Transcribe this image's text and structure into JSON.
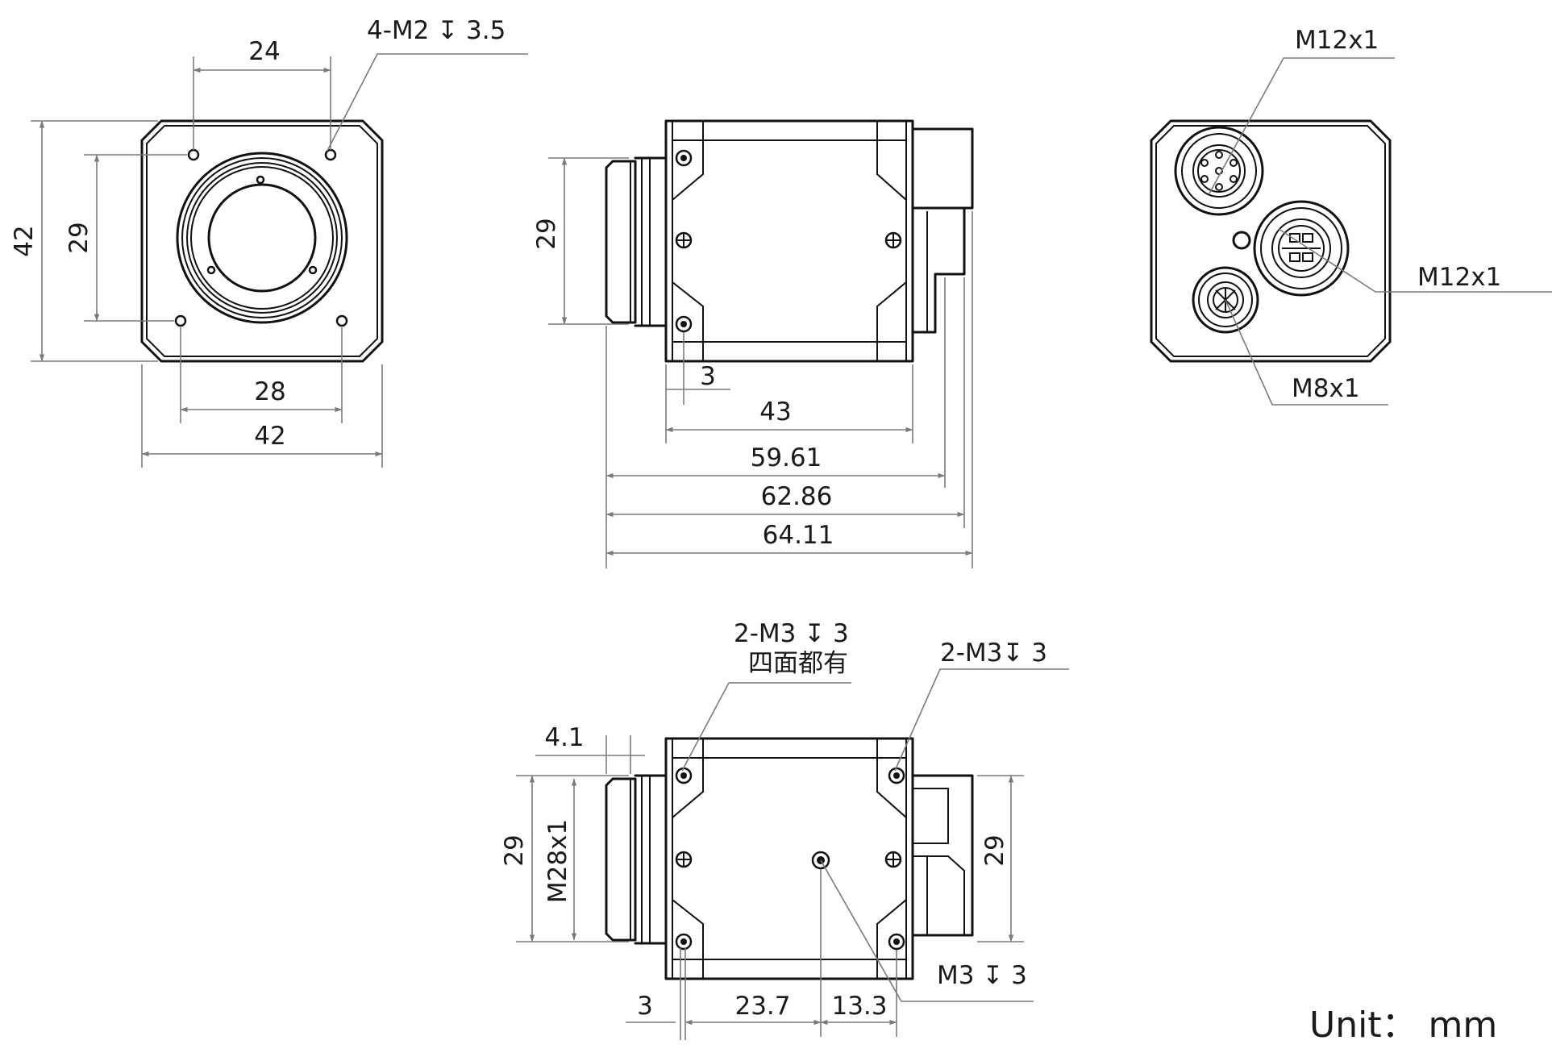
{
  "front_view": {
    "dim_holes_top": "24",
    "callout_holes": "4-M2 ↧ 3.5",
    "dim_height_outer": "42",
    "dim_height_holes": "29",
    "dim_holes_bottom": "28",
    "dim_width": "42"
  },
  "side_view": {
    "dim_height": "29",
    "dim_offset": "3",
    "dim_body": "43",
    "dim_len_1": "59.61",
    "dim_len_2": "62.86",
    "dim_len_3": "64.11"
  },
  "rear_view": {
    "connector_top": "M12x1",
    "connector_right": "M12x1",
    "connector_bottom": "M8x1"
  },
  "bottom_view": {
    "dim_flange": "4.1",
    "callout_left_line1": "2-M3 ↧ 3",
    "callout_left_line2": "四面都有",
    "callout_right": "2-M3↧ 3",
    "callout_center": "M3 ↧ 3",
    "dim_height_left": "29",
    "dim_thread": "M28x1",
    "dim_height_right": "29",
    "dim_offset": "3",
    "dim_a": "23.7",
    "dim_b": "13.3"
  },
  "unit_label": "Unit： mm",
  "colors": {
    "line": "#111111",
    "dimension": "#7a7a7a",
    "background": "#ffffff"
  }
}
